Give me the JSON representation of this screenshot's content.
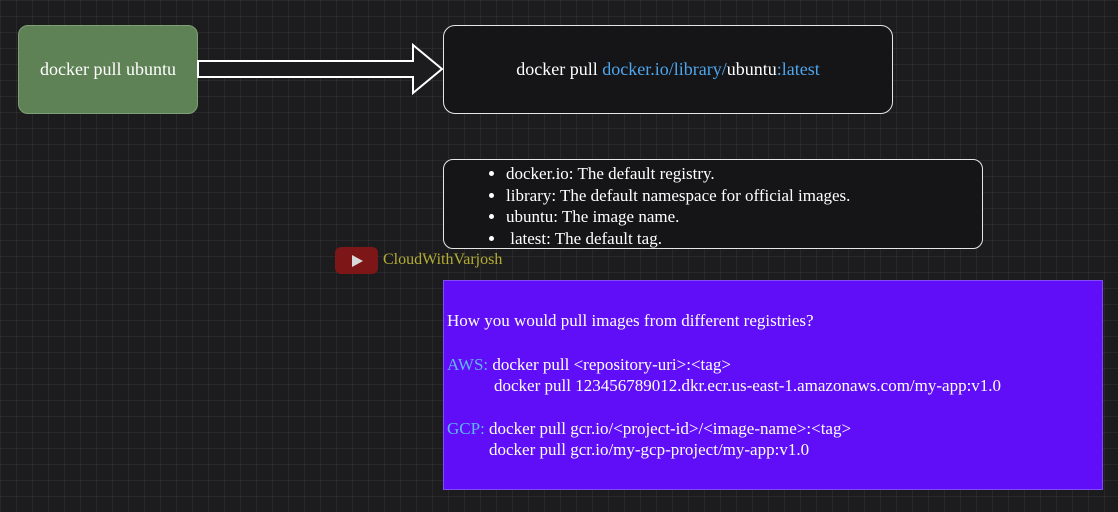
{
  "left_box": {
    "text": "docker pull ubuntu"
  },
  "right_box": {
    "prefix": "docker pull ",
    "registry_part": "docker.io/library/",
    "image_part": "ubuntu",
    "tag_part": ":latest"
  },
  "notes": [
    "docker.io: The default registry.",
    "library: The default namespace for official images.",
    "ubuntu: The image name.",
    " latest: The default tag."
  ],
  "watermark": {
    "icon": "youtube-play-icon",
    "channel": "CloudWithVarjosh"
  },
  "registries": {
    "question": "How you would pull images from different registries?",
    "aws_label": "AWS:",
    "aws_line1": " docker pull <repository-uri>:<tag>",
    "aws_line2": "docker pull 123456789012.dkr.ecr.us-east-1.amazonaws.com/my-app:v1.0",
    "gcp_label": "GCP:",
    "gcp_line1": " docker pull gcr.io/<project-id>/<image-name>:<tag>",
    "gcp_line2": "docker pull gcr.io/my-gcp-project/my-app:v1.0"
  },
  "colors": {
    "left_box_fill": "#5e8155",
    "registry_blue": "#4ea6ee",
    "registries_fill": "#5f0ef7",
    "channel_text": "#b4ad32"
  }
}
